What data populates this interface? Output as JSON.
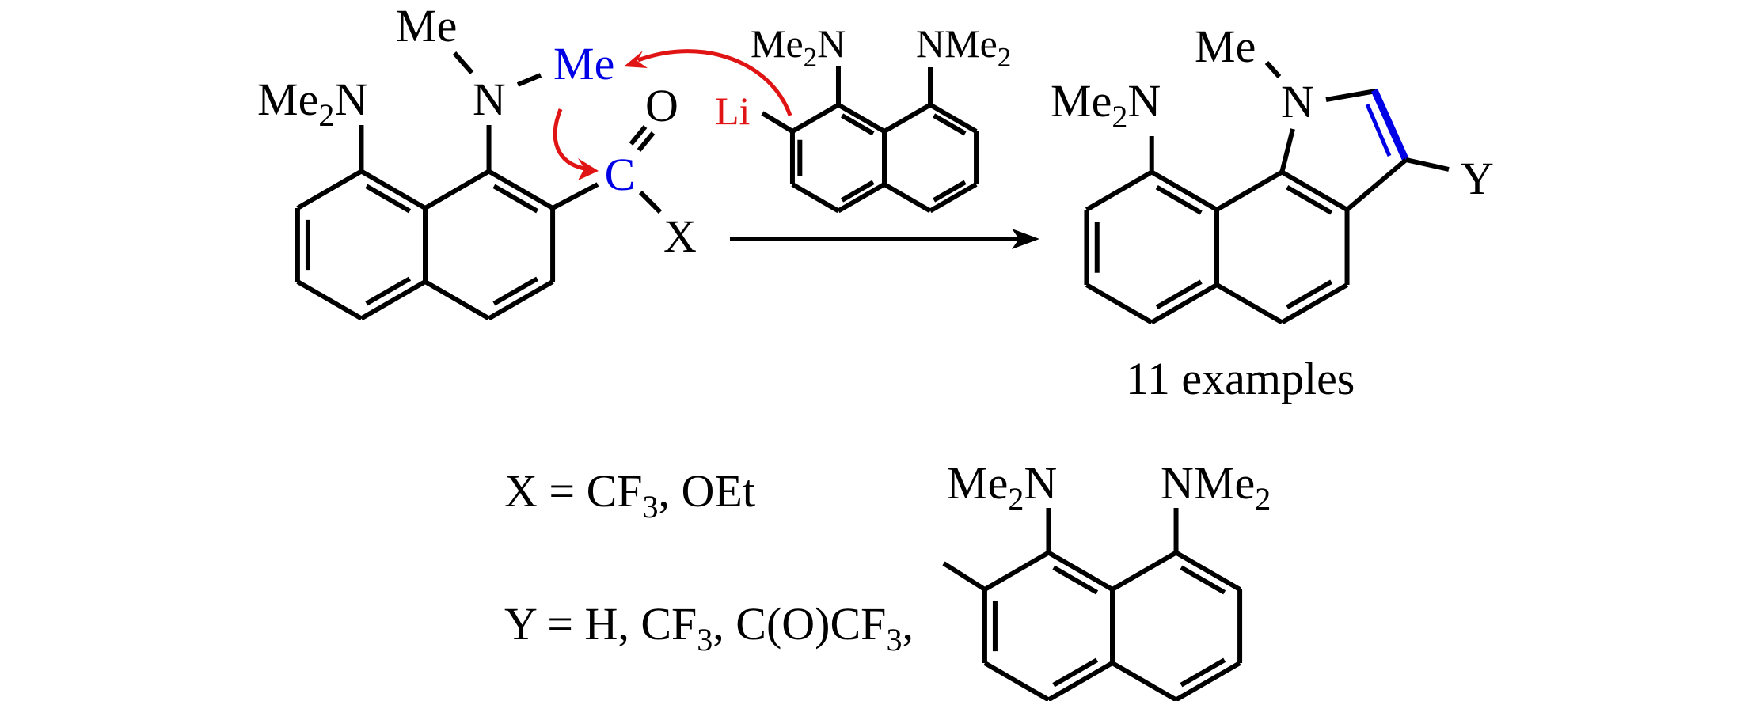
{
  "colors": {
    "highlight_blue": "#0000e6",
    "arrow_red": "#e01414",
    "ink": "#000000"
  },
  "reactant": {
    "me2n": [
      "Me",
      "2",
      "N"
    ],
    "n": "N",
    "me_top": "Me",
    "me_migrating": "Me",
    "carbonyl_c": "C",
    "o": "O",
    "x": "X"
  },
  "reagent": {
    "li": "Li",
    "me2n": [
      "Me",
      "2",
      "N"
    ],
    "nme2": [
      "NMe",
      "2"
    ]
  },
  "product": {
    "me2n": [
      "Me",
      "2",
      "N"
    ],
    "n": "N",
    "me": "Me",
    "y": "Y",
    "caption": "11 examples"
  },
  "definitions": {
    "x_line": [
      "X = CF",
      "3",
      ", OEt"
    ],
    "y_line": [
      "Y = H, CF",
      "3",
      ", C(O)CF",
      "3",
      ","
    ]
  },
  "y_substituent": {
    "me2n": [
      "Me",
      "2",
      "N"
    ],
    "nme2": [
      "NMe",
      "2"
    ]
  }
}
